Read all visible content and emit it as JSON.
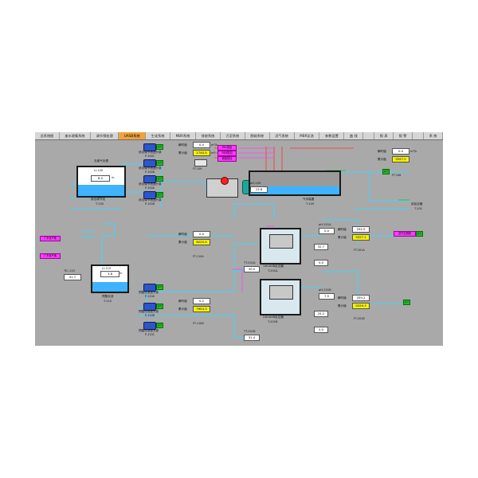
{
  "menu": [
    "总系统图",
    "废水收集系统",
    "调节预处理",
    "UASB系统",
    "生化系统",
    "MBR系统",
    "排放系统",
    "污泥系统",
    "脱硫系统",
    "沼气系统",
    "MBR反洗",
    "参数设置",
    "曲 线",
    "",
    "报 表",
    "报 警",
    "",
    "系 统"
  ],
  "active_menu_index": 3,
  "tank_t100": {
    "level_tag": "LI-100",
    "level": "8.0",
    "unit": "m",
    "name": "综合调节池",
    "id": "T-100",
    "top_label": "去废气处理"
  },
  "tank_t110": {
    "level_tag": "LI-110",
    "level": "3.8",
    "unit": "m",
    "name": "预酸化池",
    "id": "T-110"
  },
  "tank_t101": {
    "name": "气浮装置",
    "id": "T-109",
    "ph_label": "pH-109",
    "ph": "13.6"
  },
  "pumps_top": [
    {
      "id": "P-100C",
      "label": "综合调节池提升泵",
      "status": "运行"
    },
    {
      "id": "P-100B",
      "label": "综合调节池提升泵",
      "status": "运行"
    },
    {
      "id": "P-100A",
      "label": "综合调节池提升泵",
      "status": "运行"
    },
    {
      "id": "P-100D",
      "label": "综合调节池提升泵",
      "status": "运行"
    }
  ],
  "pumps_bottom": [
    {
      "id": "P-110A",
      "label": "预酸化池提升泵",
      "status": "运行"
    },
    {
      "id": "P-110B",
      "label": "预酸化池提升泵",
      "status": "运行"
    },
    {
      "id": "P-110C",
      "label": "预酸化池提升泵",
      "status": "运行"
    }
  ],
  "flow_ft109": {
    "inst": "瞬时值",
    "inst_val": "0.0",
    "inst_unit": "m³/h",
    "total": "累计值",
    "total_val": "1740.5",
    "total_unit": "m³",
    "id": "FT-109"
  },
  "flow_ft110a": {
    "inst": "瞬时值",
    "inst_val": "0.0",
    "total": "累计值",
    "total_val": "6225.9",
    "id": "FT-110A"
  },
  "flow_ft110b": {
    "inst": "瞬时值",
    "inst_val": "0.2",
    "total": "累计值",
    "total_val": "7954.3",
    "id": "FT-110B"
  },
  "flow_ft108": {
    "inst": "瞬时值",
    "inst_val": "0.0",
    "inst_unit": "m³/h",
    "total": "累计值",
    "total_val": "5597.5",
    "id": "FT-108"
  },
  "flow_ft201a": {
    "inst": "瞬时值",
    "inst_val": "292.5",
    "total": "累计值",
    "total_val": "5527.1",
    "id": "FT-201A"
  },
  "flow_ft201b": {
    "inst": "瞬时值",
    "inst_val": "259.2",
    "total": "累计值",
    "total_val": "5259.3",
    "id": "FT-201B"
  },
  "uasb_a": {
    "name": "1#UASB反应器",
    "id": "T-201A",
    "temp_label": "TT-201A",
    "temp": "30.0",
    "ph_label": "pH-201A",
    "ph": "0.0",
    "level": "32.7",
    "cycle": "0.0"
  },
  "uasb_b": {
    "name": "2#UASB反应器",
    "id": "T-201B",
    "temp_label": "TT-201B",
    "temp": "31.4",
    "ph_label": "pH-201B",
    "ph": "7.5",
    "level": "25.2",
    "cycle": "0.0"
  },
  "misc": {
    "ph110": "41.7",
    "ph110_tag": "TIC-110",
    "steam_a": "广东省产蒸",
    "steam_b": "广东省产蒸",
    "dosing_label": "加药箱",
    "dosing_id": "P-131",
    "reactor_label": "到反应器",
    "reactor_id": "T-101",
    "gas_out": "沼气去脱硫",
    "gas_out_b": "沼气去脱硫",
    "bypass": "回流",
    "bypass2": "回流"
  }
}
